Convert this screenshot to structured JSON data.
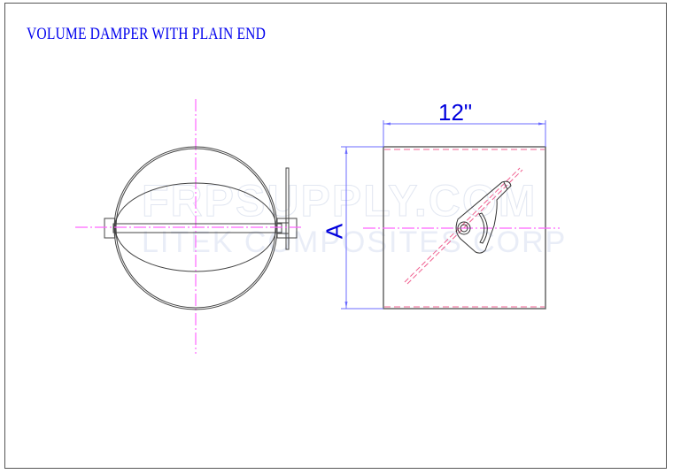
{
  "sheet": {
    "title": "VOLUME DAMPER WITH PLAIN END",
    "border_color": "#555555"
  },
  "watermark": {
    "line1": "FRPSUPPLY.COM",
    "line2": "LITEK COMPOSITES CORP"
  },
  "side_view": {
    "width_dimension": "12\"",
    "height_dimension": "A"
  },
  "colors": {
    "title": "#0000ee",
    "dimension": "#0000dd",
    "dimension_line": "#6b6bff",
    "centerline": "#ff66ff",
    "hidden_line": "#f06090",
    "outline": "#444444"
  }
}
